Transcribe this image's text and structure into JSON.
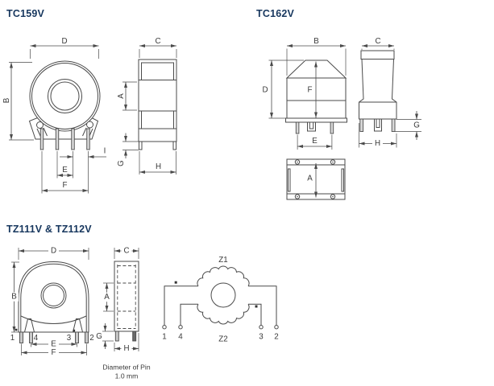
{
  "colors": {
    "line": "#4a4a4a",
    "label": "#3a3a3a",
    "title": "#17375e"
  },
  "tc159v": {
    "title": "TC159V",
    "front": {
      "dim_width": "D",
      "dim_height": "B",
      "dim_pin_gap": "I",
      "dim_inner_pitch": "E",
      "dim_outer_pitch": "F"
    },
    "side": {
      "dim_width": "C",
      "dim_mid": "A",
      "dim_pin": "G",
      "dim_base": "H"
    }
  },
  "tc162v": {
    "title": "TC162V",
    "front": {
      "dim_width": "B",
      "dim_height": "D",
      "dim_inner_height": "F",
      "dim_pin_pitch": "E"
    },
    "side": {
      "dim_width": "C",
      "dim_base": "H",
      "dim_pin": "G"
    },
    "bottom": {
      "dim_depth": "A"
    }
  },
  "tz": {
    "title": "TZ111V & TZ112V",
    "front": {
      "dim_width": "D",
      "dim_height": "B",
      "dim_inner_pitch": "E",
      "dim_outer_pitch": "F",
      "dim_pin": "G",
      "pins": [
        "1",
        "4",
        "3",
        "2"
      ]
    },
    "side": {
      "dim_width": "C",
      "dim_mid": "A",
      "dim_base": "H"
    },
    "note": {
      "line1": "Diameter of Pin",
      "line2": "1.0 mm"
    },
    "schematic": {
      "winding_top": "Z1",
      "winding_bottom": "Z2",
      "terminals": [
        "1",
        "4",
        "3",
        "2"
      ]
    }
  }
}
